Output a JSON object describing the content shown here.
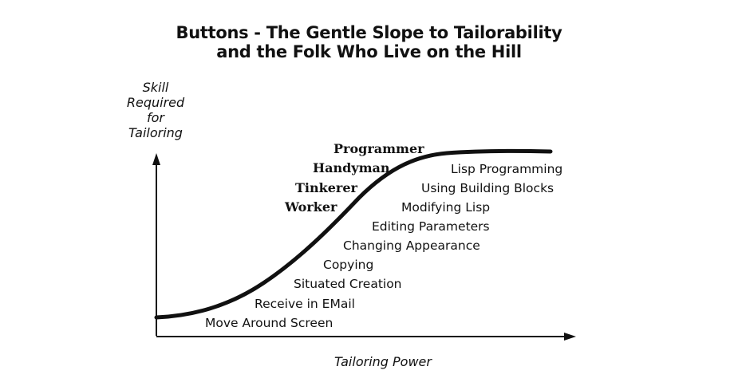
{
  "title": {
    "line1": "Buttons - The Gentle Slope to Tailorability",
    "line2": "and the Folk Who Live on the Hill"
  },
  "axes": {
    "y_label": [
      "Skill",
      "Required",
      "for",
      "Tailoring"
    ],
    "x_label": "Tailoring Power"
  },
  "roles": [
    "Programmer",
    "Handyman",
    "Tinkerer",
    "Worker"
  ],
  "activities": [
    "Lisp Programming",
    "Using Building Blocks",
    "Modifying Lisp",
    "Editing Parameters",
    "Changing Appearance",
    "Copying",
    "Situated Creation",
    "Receive in EMail",
    "Move Around Screen"
  ]
}
